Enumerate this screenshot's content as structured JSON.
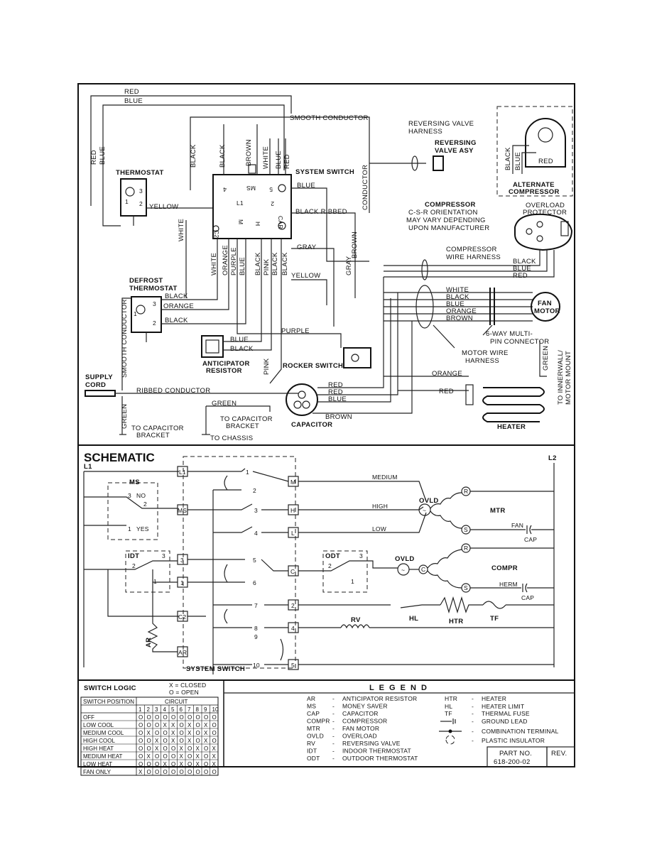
{
  "wiring": {
    "wires_top": [
      "RED",
      "BLUE"
    ],
    "wires_left_vertical": [
      "RED",
      "BLUE"
    ],
    "black": "BLACK",
    "white": "WHITE",
    "brown": "BROWN",
    "blue": "BLUE",
    "red": "RED",
    "yellow": "YELLOW",
    "orange": "ORANGE",
    "purple": "PURPLE",
    "pink": "PINK",
    "gray": "GRAY",
    "green": "GREEN",
    "smooth_conductor": "SMOOTH CONDUCTOR",
    "conductor": "CONDUCTOR",
    "black_ribbed": "BLACK RIBBED",
    "ribbed_conductor": "RIBBED CONDUCTOR",
    "thermostat": "THERMOSTAT",
    "system_switch": "SYSTEM SWITCH",
    "reversing_valve_harness": [
      "REVERSING VALVE",
      "HARNESS"
    ],
    "reversing_valve_asy": [
      "REVERSING",
      "VALVE ASY"
    ],
    "alternate_compressor": [
      "ALTERNATE",
      "COMPRESSOR"
    ],
    "compressor": "COMPRESSOR",
    "csr_note": [
      "C-S-R ORIENTATION",
      "MAY VARY DEPENDING",
      "UPON MANUFACTURER"
    ],
    "overload_protector": [
      "OVERLOAD",
      "PROTECTOR"
    ],
    "compressor_wire_harness": [
      "COMPRESSOR",
      "WIRE HARNESS"
    ],
    "defrost_thermostat": [
      "DEFROST",
      "THERMOSTAT"
    ],
    "fan_motor": [
      "FAN",
      "MOTOR"
    ],
    "multi_pin": [
      "6-WAY MULTI-",
      "PIN CONNECTOR"
    ],
    "motor_wire_harness": [
      "MOTOR WIRE",
      "HARNESS"
    ],
    "anticipator_resistor": [
      "ANTICIPATOR",
      "RESISTOR"
    ],
    "rocker_switch": "ROCKER SWITCH",
    "supply_cord": [
      "SUPPLY",
      "CORD"
    ],
    "to_innerwall": [
      "TO INNERWALL/",
      "MOTOR MOUNT"
    ],
    "to_capacitor_bracket": [
      "TO CAPACITOR",
      "BRACKET"
    ],
    "to_chassis": "TO CHASSIS",
    "capacitor": "CAPACITOR",
    "heater": "HEATER",
    "switch_pins": [
      "MS",
      "L1",
      "C2",
      "M",
      "H",
      "CAR",
      "2",
      "3",
      "4",
      "5",
      "1"
    ]
  },
  "schematic": {
    "title": "SCHEMATIC",
    "l1": "L1",
    "l2": "L2",
    "ms": "MS",
    "no": "NO",
    "yes": "YES",
    "idt": "IDT",
    "odt": "ODT",
    "ar": "AR",
    "ovld": "OVLD",
    "mtr": "MTR",
    "compr": "COMPR",
    "medium": "MEDIUM",
    "high": "HIGH",
    "low": "LOW",
    "fan": "FAN",
    "herm": "HERM",
    "cap": "CAP",
    "rv": "RV",
    "hl": "HL",
    "htr": "HTR",
    "tf": "TF",
    "system_switch": "SYSTEM SWITCH",
    "terminals_left": [
      "L1",
      "MS",
      "3",
      "1",
      "C2",
      "AR"
    ],
    "terminals_mid": [
      "M",
      "H",
      "L",
      "C",
      "2",
      "4",
      "5"
    ],
    "contacts": [
      "1",
      "2",
      "3",
      "4",
      "5",
      "6",
      "7",
      "8",
      "9",
      "10"
    ],
    "node_r": "R",
    "node_s": "S",
    "node_c": "C"
  },
  "switch_logic": {
    "title": "SWITCH LOGIC",
    "key_x": "X = CLOSED",
    "key_o": "O = OPEN",
    "col_position": "SWITCH POSITION",
    "col_circuit": "CIRCUIT",
    "circuits": [
      "1",
      "2",
      "3",
      "4",
      "5",
      "6",
      "7",
      "8",
      "9",
      "10"
    ],
    "rows": [
      {
        "position": "OFF",
        "cells": [
          "O",
          "O",
          "O",
          "O",
          "O",
          "O",
          "O",
          "O",
          "O",
          "O"
        ]
      },
      {
        "position": "LOW COOL",
        "cells": [
          "O",
          "O",
          "O",
          "X",
          "X",
          "O",
          "X",
          "O",
          "X",
          "O"
        ]
      },
      {
        "position": "MEDIUM COOL",
        "cells": [
          "O",
          "X",
          "O",
          "O",
          "X",
          "O",
          "X",
          "O",
          "X",
          "O"
        ]
      },
      {
        "position": "HIGH COOL",
        "cells": [
          "O",
          "O",
          "X",
          "O",
          "X",
          "O",
          "X",
          "O",
          "X",
          "O"
        ]
      },
      {
        "position": "HIGH HEAT",
        "cells": [
          "O",
          "O",
          "X",
          "O",
          "O",
          "X",
          "O",
          "X",
          "O",
          "X"
        ]
      },
      {
        "position": "MEDIUM HEAT",
        "cells": [
          "O",
          "X",
          "O",
          "O",
          "O",
          "X",
          "O",
          "X",
          "O",
          "X"
        ]
      },
      {
        "position": "LOW HEAT",
        "cells": [
          "O",
          "O",
          "O",
          "X",
          "O",
          "X",
          "O",
          "X",
          "O",
          "X"
        ]
      },
      {
        "position": "FAN ONLY",
        "cells": [
          "X",
          "O",
          "O",
          "O",
          "O",
          "O",
          "O",
          "O",
          "O",
          "O"
        ]
      }
    ]
  },
  "legend": {
    "title": "L E G E N D",
    "left": [
      {
        "abbr": "AR",
        "desc": "ANTICIPATOR RESISTOR"
      },
      {
        "abbr": "MS",
        "desc": "MONEY SAVER"
      },
      {
        "abbr": "CAP",
        "desc": "CAPACITOR"
      },
      {
        "abbr": "COMPR",
        "desc": "COMPRESSOR"
      },
      {
        "abbr": "MTR",
        "desc": "FAN MOTOR"
      },
      {
        "abbr": "OVLD",
        "desc": "OVERLOAD"
      },
      {
        "abbr": "RV",
        "desc": "REVERSING VALVE"
      },
      {
        "abbr": "IDT",
        "desc": "INDOOR THERMOSTAT"
      },
      {
        "abbr": "ODT",
        "desc": "OUTDOOR THERMOSTAT"
      }
    ],
    "right": [
      {
        "abbr": "HTR",
        "desc": "HEATER"
      },
      {
        "abbr": "HL",
        "desc": "HEATER LIMIT"
      },
      {
        "abbr": "TF",
        "desc": "THERMAL FUSE"
      },
      {
        "abbr": "",
        "desc": "GROUND LEAD"
      },
      {
        "abbr": "",
        "desc": "COMBINATION TERMINAL"
      },
      {
        "abbr": "",
        "desc": "PLASTIC INSULATOR"
      }
    ],
    "part_no_label": "PART NO.",
    "part_no": "618-200-02",
    "rev_label": "REV."
  }
}
